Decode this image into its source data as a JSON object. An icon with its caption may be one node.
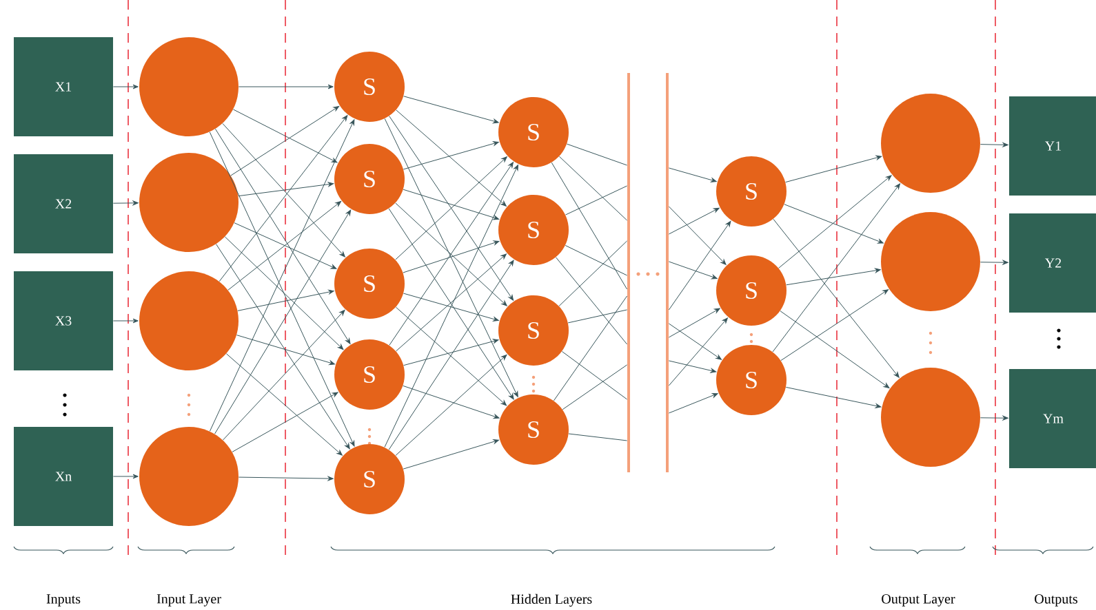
{
  "diagram": {
    "nodes": [
      {
        "text": [
          "X1"
        ]
      },
      {
        "text": [
          "X2"
        ]
      },
      {
        "text": [
          "X3"
        ]
      },
      {
        "text": [
          "Xn"
        ]
      },
      {
        "text": [],
        "shape": "circle"
      },
      {
        "text": [],
        "shape": "circle"
      },
      {
        "text": [],
        "shape": "circle"
      },
      {
        "text": [],
        "shape": "circle"
      },
      {
        "text": [
          "S"
        ]
      },
      {
        "text": [
          "S"
        ]
      },
      {
        "text": [
          "S"
        ]
      },
      {
        "text": [
          "S"
        ]
      },
      {
        "text": [
          "S"
        ]
      },
      {
        "text": [
          "S"
        ]
      },
      {
        "text": [
          "S"
        ]
      },
      {
        "text": [
          "S"
        ]
      },
      {
        "text": [
          "S"
        ]
      },
      {
        "text": [],
        "shape": "bar"
      },
      {
        "text": [],
        "shape": "bar"
      },
      {
        "text": [
          "S"
        ]
      },
      {
        "text": [
          "S"
        ]
      },
      {
        "text": [
          "S"
        ]
      },
      {
        "text": [],
        "shape": "circle"
      },
      {
        "text": [],
        "shape": "circle"
      },
      {
        "text": [],
        "shape": "circle"
      },
      {
        "text": [
          "Y1"
        ]
      },
      {
        "text": [
          "Y2"
        ]
      },
      {
        "text": [
          "Ym"
        ]
      }
    ],
    "edges": [
      {
        "from": 0,
        "to": 4,
        "arrow": "to"
      },
      {
        "from": 1,
        "to": 5,
        "arrow": "to"
      },
      {
        "from": 2,
        "to": 6,
        "arrow": "to"
      },
      {
        "from": 3,
        "to": 7,
        "arrow": "to"
      },
      {
        "from": 4,
        "to": 8,
        "arrow": "to"
      },
      {
        "from": 4,
        "to": 9,
        "arrow": "to"
      },
      {
        "from": 4,
        "to": 10,
        "arrow": "to"
      },
      {
        "from": 4,
        "to": 11,
        "arrow": "to"
      },
      {
        "from": 4,
        "to": 12,
        "arrow": "to"
      },
      {
        "from": 5,
        "to": 8,
        "arrow": "to"
      },
      {
        "from": 5,
        "to": 9,
        "arrow": "to"
      },
      {
        "from": 5,
        "to": 10,
        "arrow": "to"
      },
      {
        "from": 5,
        "to": 11,
        "arrow": "to"
      },
      {
        "from": 5,
        "to": 12,
        "arrow": "to"
      },
      {
        "from": 6,
        "to": 8,
        "arrow": "to"
      },
      {
        "from": 6,
        "to": 9,
        "arrow": "to"
      },
      {
        "from": 6,
        "to": 10,
        "arrow": "to"
      },
      {
        "from": 6,
        "to": 11,
        "arrow": "to"
      },
      {
        "from": 6,
        "to": 12,
        "arrow": "to"
      },
      {
        "from": 7,
        "to": 8,
        "arrow": "to"
      },
      {
        "from": 7,
        "to": 9,
        "arrow": "to"
      },
      {
        "from": 7,
        "to": 10,
        "arrow": "to"
      },
      {
        "from": 7,
        "to": 11,
        "arrow": "to"
      },
      {
        "from": 7,
        "to": 12,
        "arrow": "to"
      },
      {
        "from": 8,
        "to": 13,
        "arrow": "to"
      },
      {
        "from": 8,
        "to": 14,
        "arrow": "to"
      },
      {
        "from": 8,
        "to": 15,
        "arrow": "to"
      },
      {
        "from": 8,
        "to": 16,
        "arrow": "to"
      },
      {
        "from": 9,
        "to": 13,
        "arrow": "to"
      },
      {
        "from": 9,
        "to": 14,
        "arrow": "to"
      },
      {
        "from": 9,
        "to": 15,
        "arrow": "to"
      },
      {
        "from": 9,
        "to": 16,
        "arrow": "to"
      },
      {
        "from": 10,
        "to": 13,
        "arrow": "to"
      },
      {
        "from": 10,
        "to": 14,
        "arrow": "to"
      },
      {
        "from": 10,
        "to": 15,
        "arrow": "to"
      },
      {
        "from": 10,
        "to": 16,
        "arrow": "to"
      },
      {
        "from": 11,
        "to": 13,
        "arrow": "to"
      },
      {
        "from": 11,
        "to": 14,
        "arrow": "to"
      },
      {
        "from": 11,
        "to": 15,
        "arrow": "to"
      },
      {
        "from": 11,
        "to": 16,
        "arrow": "to"
      },
      {
        "from": 12,
        "to": 13,
        "arrow": "to"
      },
      {
        "from": 12,
        "to": 14,
        "arrow": "to"
      },
      {
        "from": 12,
        "to": 15,
        "arrow": "to"
      },
      {
        "from": 12,
        "to": 16,
        "arrow": "to"
      },
      {
        "from": 13,
        "to": 17,
        "arrow": "none"
      },
      {
        "from": 13,
        "to": 17,
        "arrow": "none"
      },
      {
        "from": 13,
        "to": 17,
        "arrow": "none"
      },
      {
        "from": 14,
        "to": 17,
        "arrow": "none"
      },
      {
        "from": 14,
        "to": 17,
        "arrow": "none"
      },
      {
        "from": 14,
        "to": 17,
        "arrow": "none"
      },
      {
        "from": 15,
        "to": 17,
        "arrow": "none"
      },
      {
        "from": 15,
        "to": 17,
        "arrow": "none"
      },
      {
        "from": 15,
        "to": 17,
        "arrow": "none"
      },
      {
        "from": 16,
        "to": 17,
        "arrow": "none"
      },
      {
        "from": 16,
        "to": 17,
        "arrow": "none"
      },
      {
        "from": 16,
        "to": 17,
        "arrow": "none"
      },
      {
        "from": 18,
        "to": 19,
        "arrow": "to"
      },
      {
        "from": 18,
        "to": 19,
        "arrow": "to"
      },
      {
        "from": 18,
        "to": 19,
        "arrow": "to"
      },
      {
        "from": 18,
        "to": 20,
        "arrow": "to"
      },
      {
        "from": 18,
        "to": 20,
        "arrow": "to"
      },
      {
        "from": 18,
        "to": 20,
        "arrow": "to"
      },
      {
        "from": 18,
        "to": 20,
        "arrow": "to"
      },
      {
        "from": 18,
        "to": 21,
        "arrow": "to"
      },
      {
        "from": 18,
        "to": 21,
        "arrow": "to"
      },
      {
        "from": 18,
        "to": 21,
        "arrow": "to"
      },
      {
        "from": 19,
        "to": 22,
        "arrow": "to"
      },
      {
        "from": 19,
        "to": 23,
        "arrow": "to"
      },
      {
        "from": 19,
        "to": 24,
        "arrow": "to"
      },
      {
        "from": 20,
        "to": 22,
        "arrow": "to"
      },
      {
        "from": 20,
        "to": 23,
        "arrow": "to"
      },
      {
        "from": 20,
        "to": 24,
        "arrow": "to"
      },
      {
        "from": 21,
        "to": 22,
        "arrow": "to"
      },
      {
        "from": 21,
        "to": 23,
        "arrow": "to"
      },
      {
        "from": 21,
        "to": 24,
        "arrow": "to"
      },
      {
        "from": 22,
        "to": 25,
        "arrow": "to"
      },
      {
        "from": 23,
        "to": 26,
        "arrow": "to"
      },
      {
        "from": 24,
        "to": 27,
        "arrow": "to"
      }
    ],
    "labels": [
      "Inputs",
      "Input Layer",
      "Hidden Layers",
      "Output Layer",
      "Outputs"
    ]
  }
}
